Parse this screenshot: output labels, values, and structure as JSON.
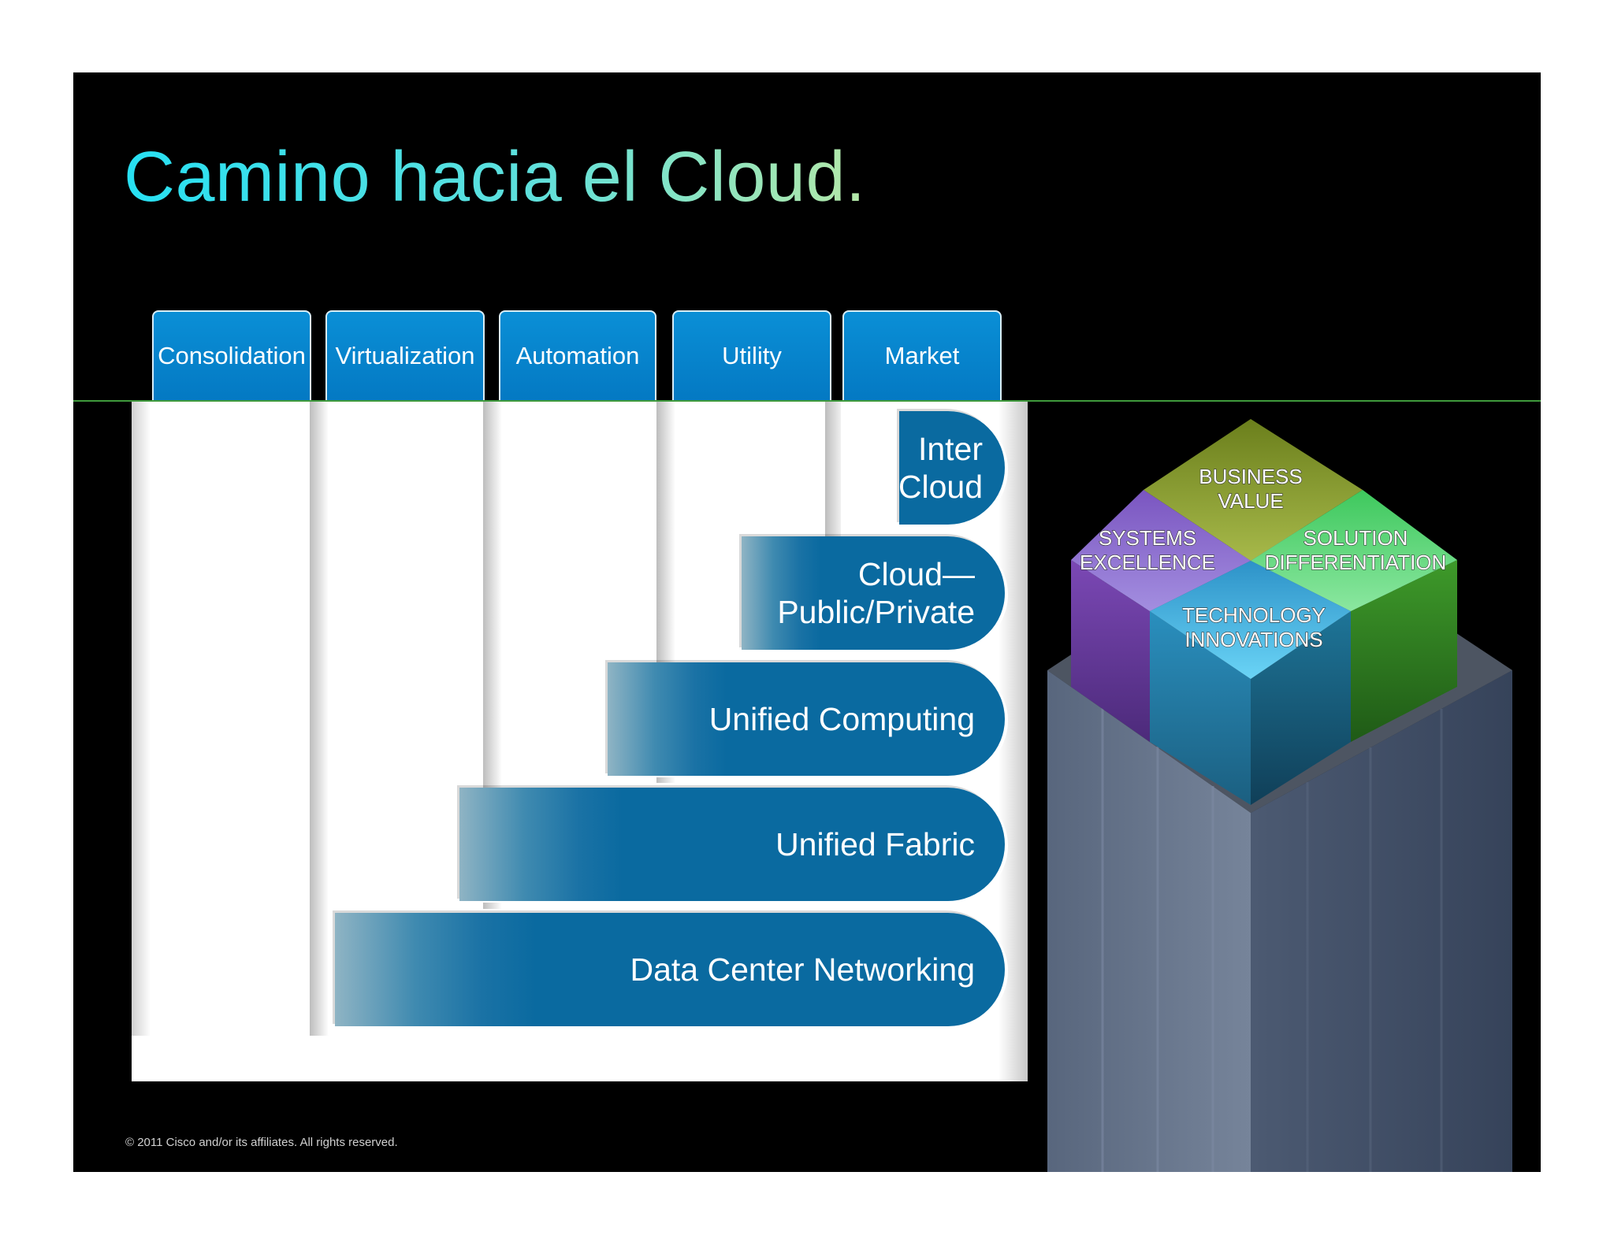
{
  "title": "Camino hacia el Cloud.",
  "tabs": [
    "Consolidation",
    "Virtualization",
    "Automation",
    "Utility",
    "Market"
  ],
  "bars": {
    "inter_cloud": [
      "Inter",
      "Cloud"
    ],
    "cloud_public_private": [
      "Cloud—",
      "Public/Private"
    ],
    "unified_computing": "Unified Computing",
    "unified_fabric": "Unified Fabric",
    "data_center_networking": "Data Center Networking"
  },
  "cube": {
    "top": [
      "BUSINESS",
      "VALUE"
    ],
    "left": [
      "SYSTEMS",
      "EXCELLENCE"
    ],
    "right": [
      "SOLUTION",
      "DIFFERENTIATION"
    ],
    "front": [
      "TECHNOLOGY",
      "INNOVATIONS"
    ]
  },
  "copyright": "© 2011 Cisco and/or its affiliates. All rights reserved.",
  "colors": {
    "title_gradient_start": "#27e0f3",
    "title_gradient_end": "#b5e8a8",
    "tab_blue": "#0479c3",
    "bar_blue": "#0a6aa0",
    "business_value": "#8a9a2a",
    "systems_excellence": "#8f70d0",
    "solution_differentiation": "#5fd27a",
    "technology_innovations": "#3fa7d8",
    "tower": "#5a6a86"
  }
}
